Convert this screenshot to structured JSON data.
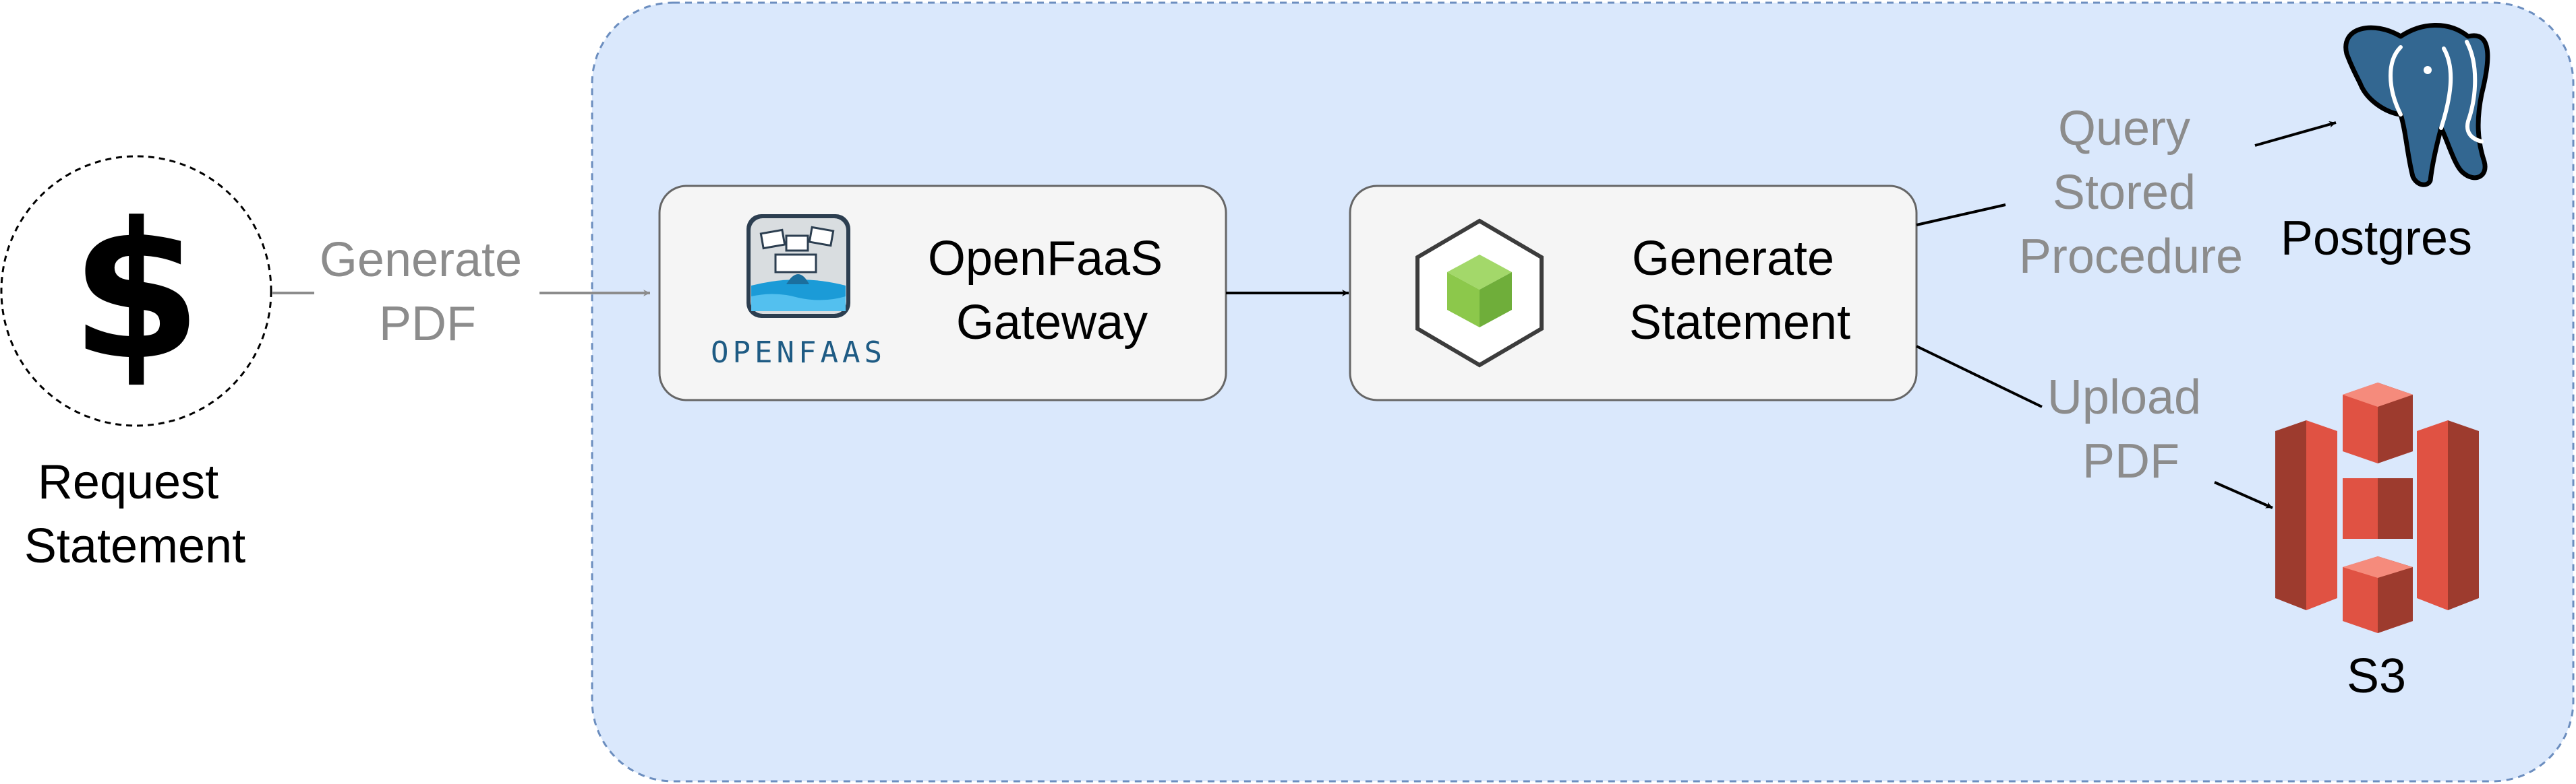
{
  "client": {
    "label_lines": [
      "Request",
      "Statement"
    ],
    "icon": "dollar-icon"
  },
  "edges": {
    "generate_pdf_lines": [
      "Generate",
      "PDF"
    ],
    "query_lines": [
      "Query",
      "Stored",
      "Procedure"
    ],
    "upload_lines": [
      "Upload",
      "PDF"
    ]
  },
  "gateway": {
    "label_lines": [
      "OpenFaaS",
      "Gateway"
    ],
    "logo_text": "OPENFAAS",
    "icon": "openfaas-whale-icon"
  },
  "function": {
    "label_lines": [
      "Generate",
      "Statement"
    ],
    "icon": "nodejs-cube-icon"
  },
  "postgres": {
    "label": "Postgres",
    "icon": "postgres-elephant-icon"
  },
  "s3": {
    "label": "S3",
    "icon": "s3-bucket-icon"
  },
  "colors": {
    "container_fill": "#dae8fc",
    "container_stroke": "#6c8ebf",
    "box_fill": "#f5f5f5",
    "box_stroke": "#666666",
    "edge_label": "#8c8c8c",
    "postgres_blue": "#336791",
    "s3_red": "#e05243",
    "s3_dark": "#9d3b2e",
    "node_green": "#8cc84b"
  }
}
